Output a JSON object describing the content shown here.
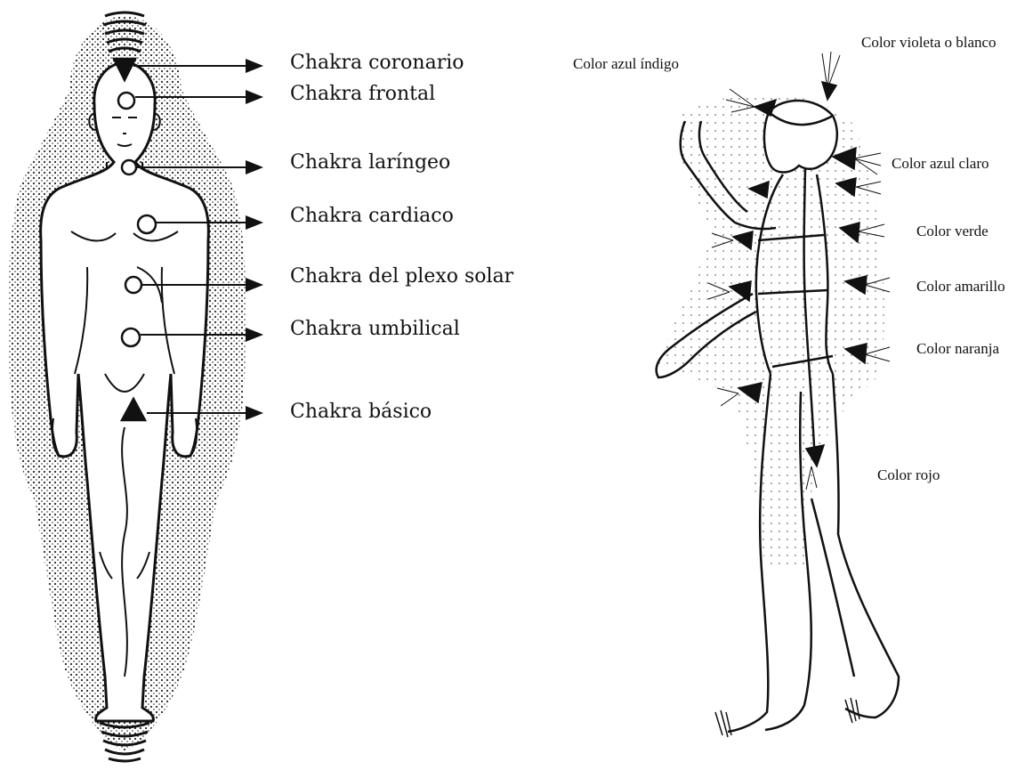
{
  "left_figure": {
    "labels": [
      {
        "key": "coronario",
        "text": "Chakra coronario"
      },
      {
        "key": "frontal",
        "text": "Chakra frontal"
      },
      {
        "key": "laringeo",
        "text": "Chakra laríngeo"
      },
      {
        "key": "cardiaco",
        "text": "Chakra cardiaco"
      },
      {
        "key": "plexo-solar",
        "text": "Chakra del plexo solar"
      },
      {
        "key": "umbilical",
        "text": "Chakra umbilical"
      },
      {
        "key": "basico",
        "text": "Chakra básico"
      }
    ]
  },
  "right_figure": {
    "labels": [
      {
        "key": "azul-indigo",
        "text": "Color azul índigo"
      },
      {
        "key": "violeta-blanco",
        "text": "Color violeta o blanco"
      },
      {
        "key": "azul-claro",
        "text": "Color azul claro"
      },
      {
        "key": "verde",
        "text": "Color verde"
      },
      {
        "key": "amarillo",
        "text": "Color amarillo"
      },
      {
        "key": "naranja",
        "text": "Color naranja"
      },
      {
        "key": "rojo",
        "text": "Color rojo"
      }
    ]
  },
  "colors": {
    "ink": "#111111",
    "background": "#ffffff"
  }
}
